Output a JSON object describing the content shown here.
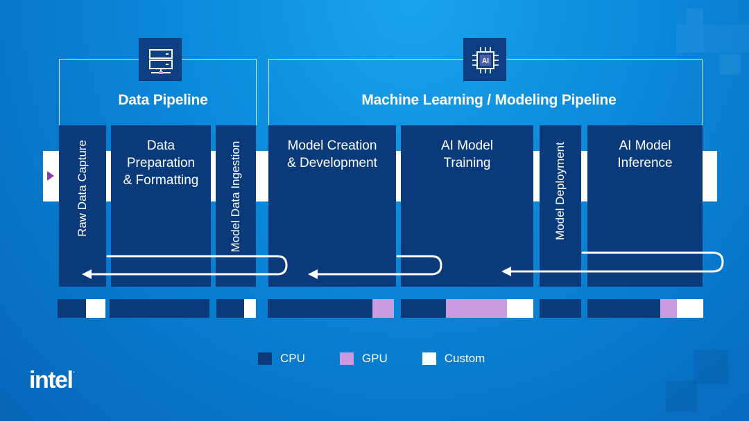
{
  "colors": {
    "cpu": "#0b3a7a",
    "gpu": "#c99be0",
    "custom": "#ffffff",
    "arrow": "#ffffff",
    "accent": "#8a3fa8"
  },
  "sections": [
    {
      "title": "Data Pipeline",
      "icon": "server-icon"
    },
    {
      "title": "Machine Learning / Modeling Pipeline",
      "icon": "ai-chip-icon",
      "icon_text": "AI"
    }
  ],
  "stages": [
    {
      "label": "Raw Data Capture",
      "orientation": "vertical",
      "usage": {
        "cpu": 60,
        "gpu": 0,
        "custom": 40
      }
    },
    {
      "label": "Data Preparation & Formatting",
      "lines": [
        "Data",
        "Preparation",
        "& Formatting"
      ],
      "orientation": "horizontal",
      "usage": {
        "cpu": 100,
        "gpu": 0,
        "custom": 0
      }
    },
    {
      "label": "Model Data Ingestion",
      "orientation": "vertical",
      "usage": {
        "cpu": 70,
        "gpu": 0,
        "custom": 30
      }
    },
    {
      "label": "Model Creation & Development",
      "lines": [
        "Model Creation",
        "& Development"
      ],
      "orientation": "horizontal",
      "usage": {
        "cpu": 83,
        "gpu": 17,
        "custom": 0
      }
    },
    {
      "label": "AI Model Training",
      "lines": [
        "AI Model",
        "Training"
      ],
      "orientation": "horizontal",
      "usage": {
        "cpu": 34,
        "gpu": 46,
        "custom": 20
      }
    },
    {
      "label": "Model Deployment",
      "orientation": "vertical",
      "usage": {
        "cpu": 100,
        "gpu": 0,
        "custom": 0
      }
    },
    {
      "label": "AI Model Inference",
      "lines": [
        "AI Model",
        "Inference"
      ],
      "orientation": "horizontal",
      "usage": {
        "cpu": 63,
        "gpu": 14,
        "custom": 23
      }
    }
  ],
  "legend": [
    {
      "label": "CPU",
      "key": "cpu"
    },
    {
      "label": "GPU",
      "key": "gpu"
    },
    {
      "label": "Custom",
      "key": "custom"
    }
  ],
  "brand": {
    "logo_text": "intel"
  }
}
